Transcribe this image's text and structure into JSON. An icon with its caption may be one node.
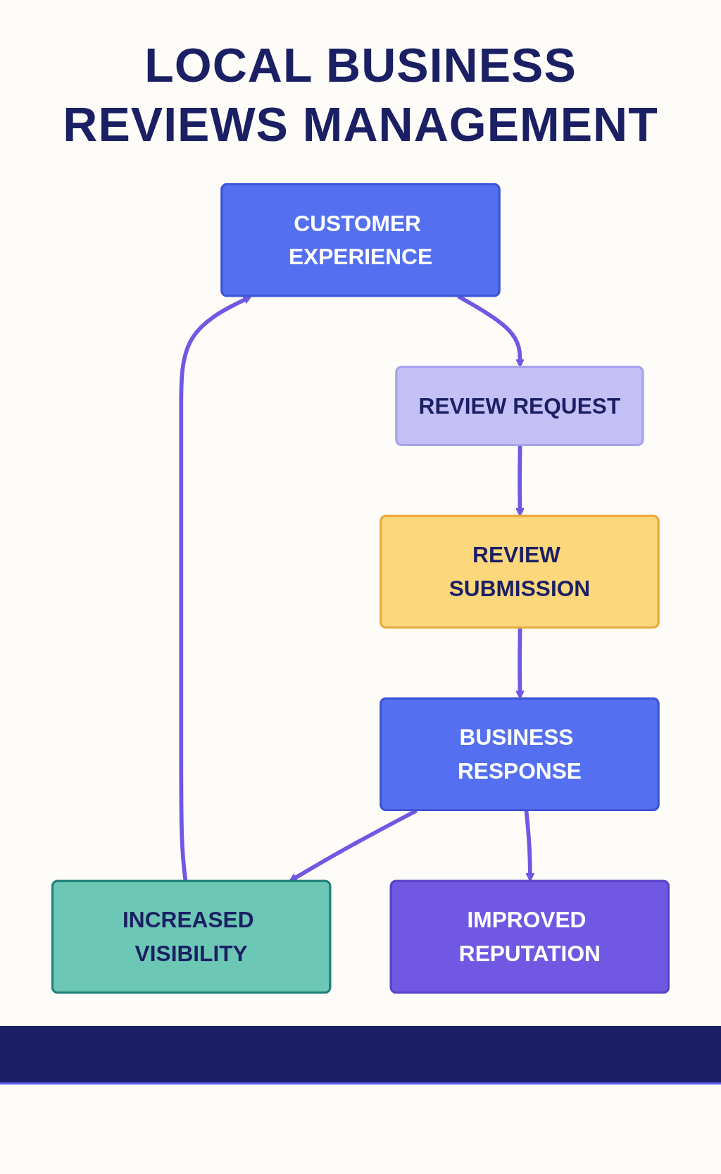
{
  "diagram": {
    "title": "LOCAL BUSINESS REVIEWS MANAGEMENT",
    "nodes": [
      {
        "text": [
          "CUSTOMER EXPERIENCE"
        ]
      },
      {
        "text": [
          "REVIEW REQUEST"
        ]
      },
      {
        "text": [
          "REVIEW SUBMISSION"
        ]
      },
      {
        "text": [
          "BUSINESS RESPONSE"
        ]
      },
      {
        "text": [
          "INCREASED VISIBILITY"
        ]
      },
      {
        "text": [
          "IMPROVED REPUTATION"
        ]
      }
    ],
    "edges": [
      {
        "from": 0,
        "to": 1,
        "arrow": "to"
      },
      {
        "from": 1,
        "to": 2,
        "arrow": "to"
      },
      {
        "from": 2,
        "to": 3,
        "arrow": "to"
      },
      {
        "from": 3,
        "to": 4,
        "arrow": "to"
      },
      {
        "from": 3,
        "to": 5,
        "arrow": "to"
      },
      {
        "from": 4,
        "to": 0,
        "arrow": "to"
      }
    ]
  }
}
